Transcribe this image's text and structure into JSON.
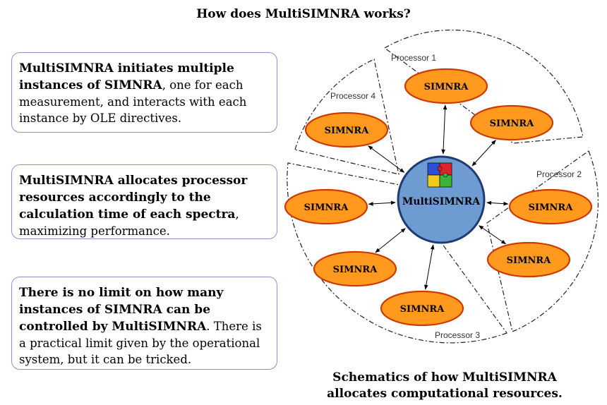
{
  "title": "How does MultiSIMNRA works?",
  "boxes": [
    {
      "bold": "MultiSIMNRA initiates multiple instances of SIMNRA",
      "rest": ", one for each measurement, and interacts with each instance by OLE directives."
    },
    {
      "bold": "MultiSIMNRA allocates processor resources accordingly to the calculation time of each spectra",
      "rest": ", maximizing performance."
    },
    {
      "bold": "There is no limit on how many instances of SIMNRA can be controlled by MultiSIMNRA",
      "rest": ". There is a practical limit given by the operational system, but it can be tricked."
    }
  ],
  "diagram": {
    "center_label": "MultiSIMNRA",
    "node_label": "SIMNRA",
    "processors": [
      "Processor 1",
      "Processor 2",
      "Processor 3",
      "Processor 4"
    ],
    "colors": {
      "node_fill": "#ff9a1f",
      "node_stroke": "#cc3a00",
      "center_fill": "#6e9cd2",
      "center_stroke": "#1f3b73"
    }
  },
  "caption": {
    "line1": "Schematics of how MultiSIMNRA",
    "line2": "allocates computational resources."
  }
}
